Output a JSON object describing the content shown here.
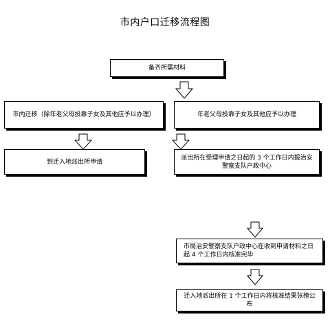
{
  "title": "市内户口迁移流程图",
  "steps": {
    "prepare": "备齐所需材料",
    "city_transfer": "市内迁移（除年老父母投靠子女及其他应予以办理）",
    "elderly": "年老父母投靠子女及其他应予以办理",
    "apply_station": "到迁入地派出所申请",
    "station_report": "派出所在受理申请之日起的 3 个工作日内报治安警察支队户政中心",
    "bureau_review": "市局治安警察支队户政中心在收到申请材料之日起 4 个工作日内核准完毕",
    "publish": "迁入地派出所在 1 个工作日内将核准结果张榜公布"
  }
}
